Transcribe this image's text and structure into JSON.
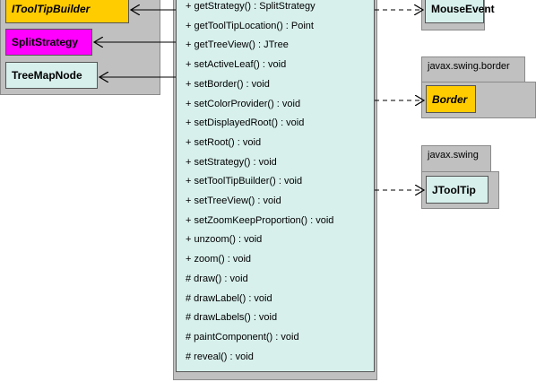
{
  "left_classes": [
    {
      "label": "IToolTipBuilder",
      "italic": true,
      "color": "#ffcc00"
    },
    {
      "label": "SplitStrategy",
      "italic": false,
      "color": "#ff00ff"
    },
    {
      "label": "TreeMapNode",
      "italic": false,
      "color": "#d7f0ec"
    }
  ],
  "members": [
    "+ getStrategy() : SplitStrategy",
    "+ getToolTipLocation() : Point",
    "+ getTreeView() : JTree",
    "+ setActiveLeaf() : void",
    "+ setBorder() : void",
    "+ setColorProvider() : void",
    "+ setDisplayedRoot() : void",
    "+ setRoot() : void",
    "+ setStrategy() : void",
    "+ setToolTipBuilder() : void",
    "+ setTreeView() : void",
    "+ setZoomKeepProportion() : void",
    "+ unzoom() : void",
    "+ zoom() : void",
    "# draw() : void",
    "# drawLabel() : void",
    "# drawLabels() : void",
    "# paintComponent() : void",
    "# reveal() : void"
  ],
  "right_classes": {
    "mouse_event": {
      "label": "MouseEvent"
    },
    "border": {
      "package": "javax.swing.border",
      "label": "Border",
      "italic": true,
      "color": "#ffcc00"
    },
    "jtooltip": {
      "package": "javax.swing",
      "label": "JToolTip"
    }
  }
}
